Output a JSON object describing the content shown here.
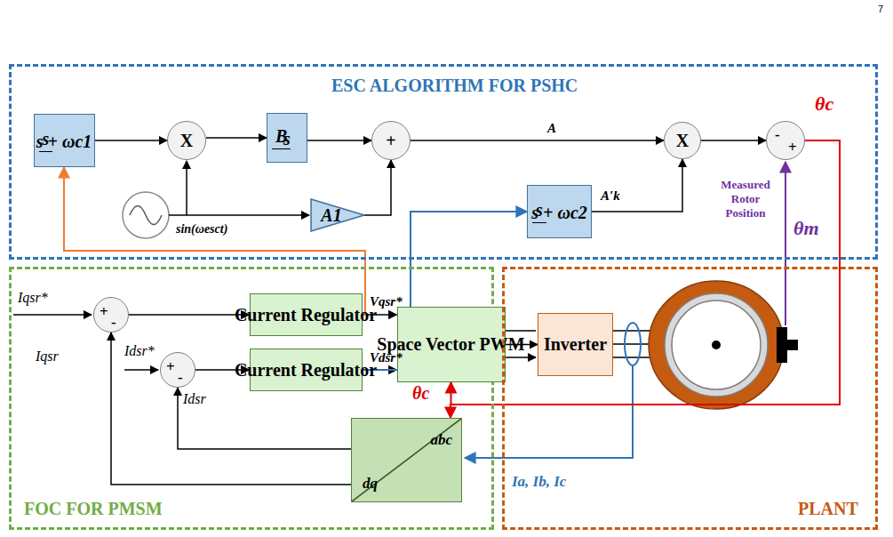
{
  "diagram": {
    "nodes": [
      {
        "text": [
          "ESC ALGORITHM FOR PSHC"
        ]
      },
      {
        "text": [
          "s",
          "s + ωc1"
        ],
        "in": 0
      },
      {
        "text": [
          "X"
        ],
        "in": 0
      },
      {
        "text": [
          "B",
          "s"
        ],
        "in": 0
      },
      {
        "text": [
          "+"
        ],
        "in": 0
      },
      {
        "text": [
          "X"
        ],
        "in": 0
      },
      {
        "text": [
          "-",
          "+"
        ],
        "in": 0
      },
      {
        "text": [
          "A1"
        ],
        "in": 0
      },
      {
        "text": [
          "s",
          "s + ωc2"
        ],
        "in": 0
      },
      {
        "text": [
          "FOC FOR PMSM"
        ]
      },
      {
        "text": [
          "+",
          "-"
        ],
        "in": 9
      },
      {
        "text": [
          "Current Regulator"
        ],
        "in": 9
      },
      {
        "text": [
          "Space Vector PWM"
        ],
        "in": 9
      },
      {
        "text": [
          "+",
          "-"
        ],
        "in": 9
      },
      {
        "text": [
          "Current Regulator"
        ],
        "in": 9
      },
      {
        "text": [
          "abc",
          "dq"
        ],
        "in": 9
      },
      {
        "text": [
          "PLANT"
        ]
      },
      {
        "text": [
          "Inverter"
        ],
        "in": 16
      }
    ],
    "edges": [
      {
        "from": 1,
        "to": 2,
        "arrow": "to"
      },
      {
        "from": 2,
        "to": 3,
        "arrow": "to"
      },
      {
        "from": 3,
        "to": 4,
        "arrow": "to"
      },
      {
        "from": 7,
        "to": 4,
        "arrow": "to"
      },
      {
        "from": 4,
        "to": 5,
        "label": "A",
        "arrow": "to"
      },
      {
        "from": 8,
        "to": 5,
        "label": "A′k",
        "arrow": "to"
      },
      {
        "from": 5,
        "to": 6,
        "arrow": "to"
      },
      {
        "from": 6,
        "to": 12,
        "label": "θc",
        "arrow": "to"
      },
      {
        "from": 6,
        "to": 15,
        "arrow": "to"
      },
      {
        "from": 10,
        "to": 11,
        "arrow": "to"
      },
      {
        "from": 13,
        "to": 14,
        "arrow": "to"
      },
      {
        "from": 11,
        "to": 12,
        "label": "Vqsr*",
        "arrow": "to"
      },
      {
        "from": 11,
        "to": 1,
        "arrow": "to"
      },
      {
        "from": 14,
        "to": 12,
        "label": "Vdsr*",
        "arrow": "to"
      },
      {
        "from": 14,
        "to": 8,
        "arrow": "to"
      },
      {
        "from": 12,
        "to": 17,
        "arrow": "to"
      },
      {
        "from": 15,
        "to": 10,
        "arrow": "to"
      },
      {
        "from": 15,
        "to": 13,
        "arrow": "to"
      }
    ],
    "labels": [
      "7",
      "sin(ωesct)",
      "Measured Rotor Position",
      "θm",
      "θc",
      "Iqsr*",
      "Iqsr",
      "Idsr*",
      "Idsr",
      "Ia, Ib, Ic"
    ]
  }
}
